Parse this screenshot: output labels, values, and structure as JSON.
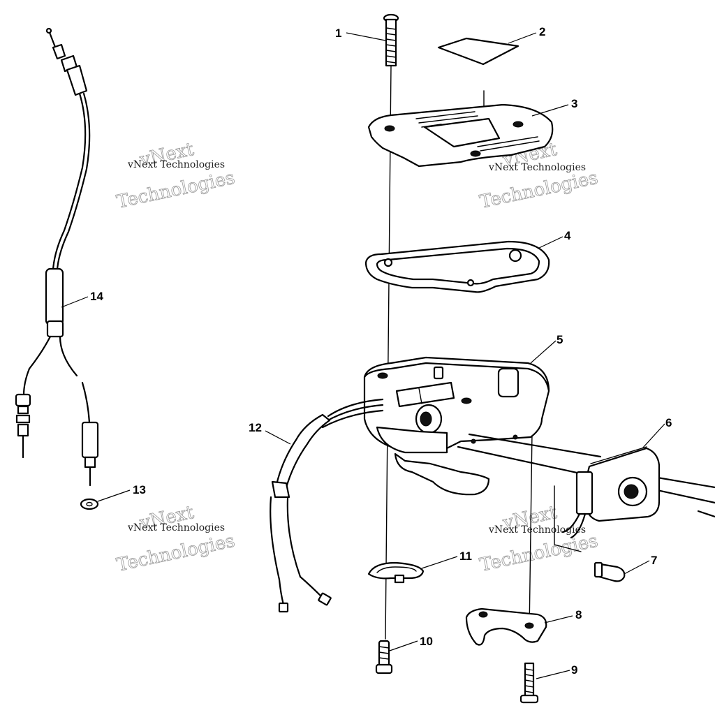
{
  "callouts": [
    "1",
    "2",
    "3",
    "4",
    "5",
    "6",
    "7",
    "8",
    "9",
    "10",
    "11",
    "12",
    "13",
    "14"
  ],
  "watermark": {
    "brand": "vNext",
    "line": "vNext Technologies",
    "word": "Technologies"
  }
}
